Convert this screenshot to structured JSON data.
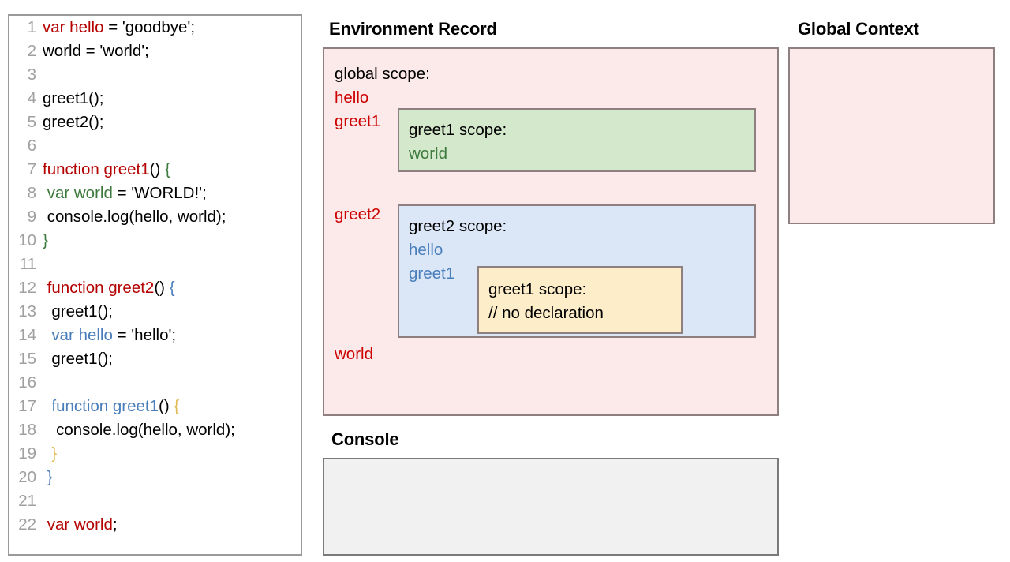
{
  "code_panel": {
    "language": "javascript",
    "lines": [
      {
        "number": "1",
        "tokens": [
          {
            "t": "var hello",
            "c": "red"
          },
          {
            "t": " = 'goodbye';",
            "c": "black"
          }
        ]
      },
      {
        "number": "2",
        "tokens": [
          {
            "t": "world = 'world';",
            "c": "black"
          }
        ]
      },
      {
        "number": "3",
        "tokens": [
          {
            "t": "",
            "c": "black"
          }
        ]
      },
      {
        "number": "4",
        "tokens": [
          {
            "t": "greet1();",
            "c": "black"
          }
        ]
      },
      {
        "number": "5",
        "tokens": [
          {
            "t": "greet2();",
            "c": "black"
          }
        ]
      },
      {
        "number": "6",
        "tokens": [
          {
            "t": "",
            "c": "black"
          }
        ]
      },
      {
        "number": "7",
        "tokens": [
          {
            "t": "function greet1",
            "c": "red"
          },
          {
            "t": "() ",
            "c": "black"
          },
          {
            "t": "{",
            "c": "green"
          }
        ]
      },
      {
        "number": "8",
        "tokens": [
          {
            "t": " ",
            "c": "black"
          },
          {
            "t": "var world",
            "c": "green"
          },
          {
            "t": " = 'WORLD!';",
            "c": "black"
          }
        ]
      },
      {
        "number": "9",
        "tokens": [
          {
            "t": " console.log(hello, world);",
            "c": "black"
          }
        ]
      },
      {
        "number": "10",
        "tokens": [
          {
            "t": "}",
            "c": "green"
          }
        ]
      },
      {
        "number": "11",
        "tokens": [
          {
            "t": "",
            "c": "black"
          }
        ]
      },
      {
        "number": "12",
        "tokens": [
          {
            "t": " ",
            "c": "black"
          },
          {
            "t": "function greet2",
            "c": "red"
          },
          {
            "t": "() ",
            "c": "black"
          },
          {
            "t": "{",
            "c": "blue"
          }
        ]
      },
      {
        "number": "13",
        "tokens": [
          {
            "t": "  greet1();",
            "c": "black"
          }
        ]
      },
      {
        "number": "14",
        "tokens": [
          {
            "t": "  ",
            "c": "black"
          },
          {
            "t": "var hello",
            "c": "blue"
          },
          {
            "t": " = 'hello';",
            "c": "black"
          }
        ]
      },
      {
        "number": "15",
        "tokens": [
          {
            "t": "  greet1();",
            "c": "black"
          }
        ]
      },
      {
        "number": "16",
        "tokens": [
          {
            "t": "",
            "c": "black"
          }
        ]
      },
      {
        "number": "17",
        "tokens": [
          {
            "t": "  ",
            "c": "black"
          },
          {
            "t": "function greet1",
            "c": "blue"
          },
          {
            "t": "() ",
            "c": "black"
          },
          {
            "t": "{",
            "c": "gold"
          }
        ]
      },
      {
        "number": "18",
        "tokens": [
          {
            "t": "   console.log(hello, world);",
            "c": "black"
          }
        ]
      },
      {
        "number": "19",
        "tokens": [
          {
            "t": "  ",
            "c": "black"
          },
          {
            "t": "}",
            "c": "gold"
          }
        ]
      },
      {
        "number": "20",
        "tokens": [
          {
            "t": " ",
            "c": "black"
          },
          {
            "t": "}",
            "c": "blue"
          }
        ]
      },
      {
        "number": "21",
        "tokens": [
          {
            "t": "",
            "c": "black"
          }
        ]
      },
      {
        "number": "22",
        "tokens": [
          {
            "t": " ",
            "c": "black"
          },
          {
            "t": "var world",
            "c": "red"
          },
          {
            "t": ";",
            "c": "black"
          }
        ]
      }
    ]
  },
  "environment_record": {
    "title": "Environment Record",
    "global_scope": {
      "heading": "global scope:",
      "bindings": [
        "hello",
        "greet1",
        "greet2",
        "world"
      ]
    },
    "greet1_scope": {
      "heading": "greet1 scope:",
      "bindings": [
        "world"
      ]
    },
    "greet2_scope": {
      "heading": "greet2 scope:",
      "bindings": [
        "hello",
        "greet1"
      ]
    },
    "greet1_inner_scope": {
      "heading": "greet1 scope:",
      "bindings": [
        "// no declaration"
      ]
    }
  },
  "console": {
    "title": "Console",
    "output": ""
  },
  "global_context": {
    "title": "Global Context",
    "content": ""
  },
  "colors": {
    "code_red": "#b40000",
    "code_blue": "#4a7ebb",
    "code_green": "#3d7a3d",
    "code_gold": "#e0bb57",
    "line_number": "#a0a0a0",
    "env_record_bg": "#fce9e9",
    "greet1_scope_bg": "#d4e8cb",
    "greet2_scope_bg": "#dbe7f7",
    "greet1_inner_bg": "#fdeec9",
    "console_bg": "#f1f1f1",
    "global_context_bg": "#fce9e9",
    "box_border": "#8e8080",
    "label_red": "#cc0000",
    "label_blue": "#4a7ebb",
    "label_green": "#3d7a3d"
  }
}
